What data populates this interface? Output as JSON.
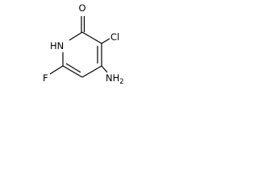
{
  "molecule": {
    "atoms": {
      "oxygen": "O",
      "nh": "HN",
      "chloro": "Cl",
      "fluoro": "F",
      "amino": "NH",
      "amino_subscript": "2"
    }
  }
}
